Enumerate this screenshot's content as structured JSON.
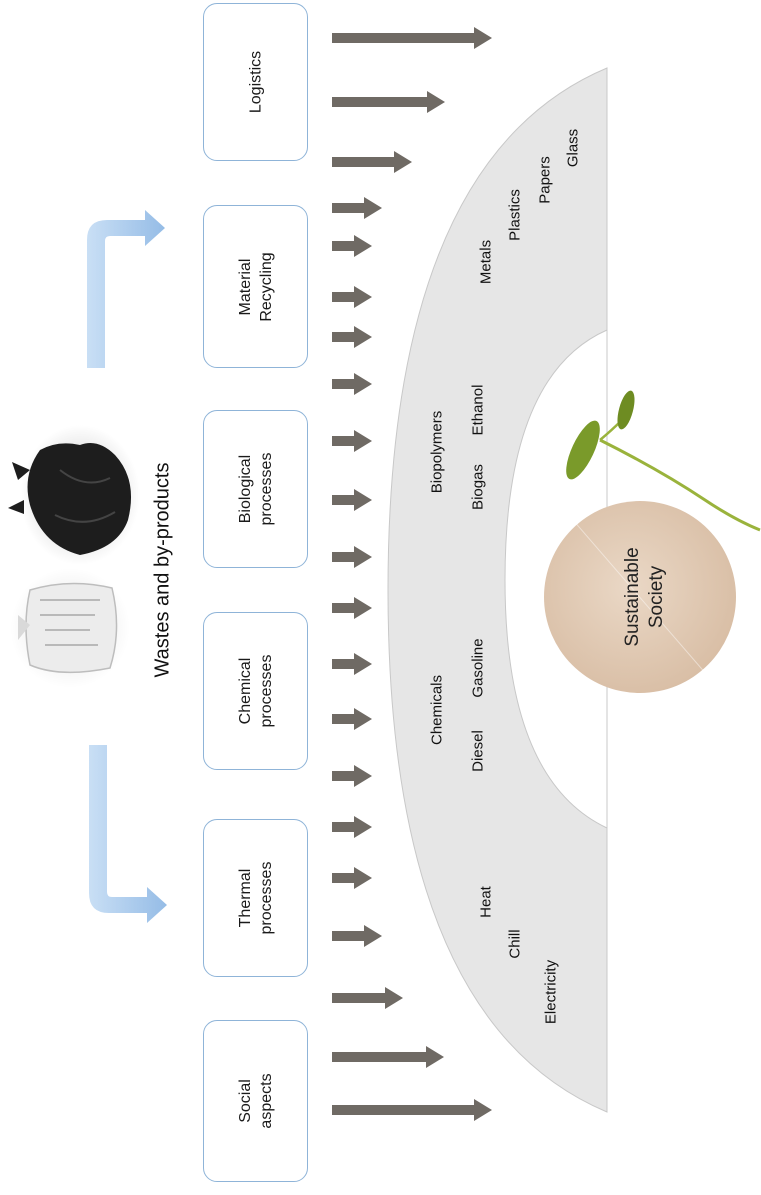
{
  "title": "Wastes and by-products",
  "process_boxes": [
    {
      "lines": [
        "Logistics"
      ]
    },
    {
      "lines": [
        "Material",
        "Recycling"
      ]
    },
    {
      "lines": [
        "Biological",
        "processes"
      ]
    },
    {
      "lines": [
        "Chemical",
        "processes"
      ]
    },
    {
      "lines": [
        "Thermal",
        "processes"
      ]
    },
    {
      "lines": [
        "Social",
        "aspects"
      ]
    }
  ],
  "products": {
    "materials": [
      "Glass",
      "Papers",
      "Plastics",
      "Metals"
    ],
    "bio": [
      "Ethanol",
      "Biopolymers",
      "Biogas"
    ],
    "fuels": [
      "Gasoline",
      "Chemicals",
      "Diesel"
    ],
    "energy": [
      "Heat",
      "Chill",
      "Electricity"
    ]
  },
  "center": {
    "line1": "Sustainable",
    "line2": "Society"
  },
  "colors": {
    "box_border": "#8fb4d8",
    "arrow": "#6f6a64",
    "arc_fill": "#e6e6e6",
    "circle_fill": "#e0c9b4",
    "flow_arrow": "#a9c9ea"
  }
}
